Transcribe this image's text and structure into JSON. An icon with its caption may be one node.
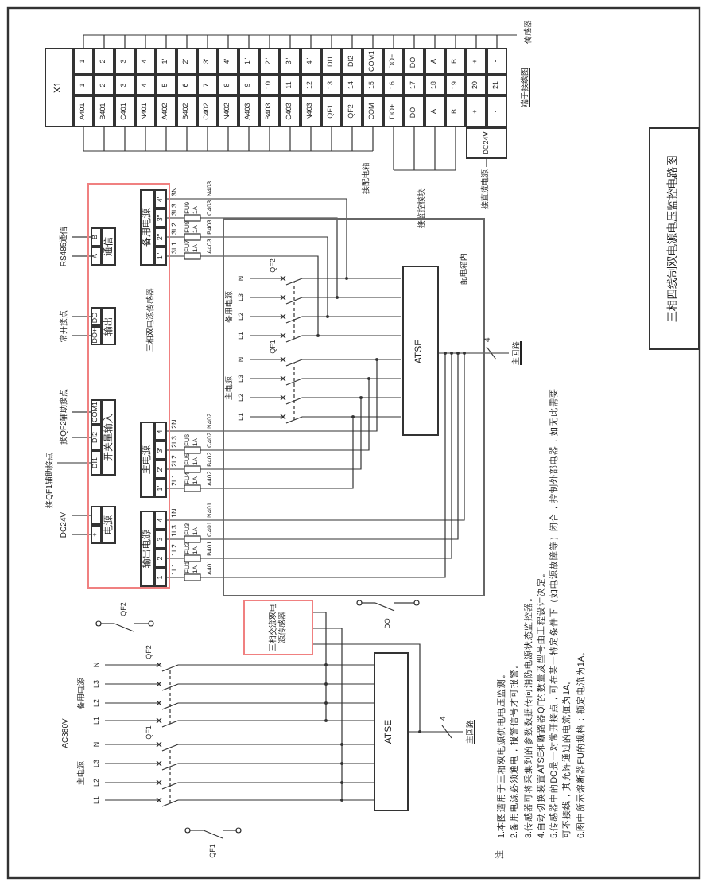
{
  "diagram": {
    "nodes": [
      {
        "text": [
          "三相四线制双电源电压监控电路图"
        ]
      },
      {
        "text": [
          "三相双电源传感器"
        ]
      },
      {
        "text": [
          "配电箱内"
        ]
      },
      {
        "text": [
          "ATSE"
        ],
        "in": 2
      },
      {
        "text": [
          "主回路"
        ]
      },
      {
        "text": [
          "三相交流双电源传感器"
        ]
      },
      {
        "text": [
          "ATSE"
        ]
      },
      {
        "text": [
          "主回路"
        ]
      }
    ],
    "edges": [
      {
        "from": 3,
        "to": 4,
        "arrow": "none",
        "label": "4"
      },
      {
        "from": 6,
        "to": 7,
        "arrow": "none",
        "label": "4"
      }
    ],
    "labels": [
      "X1",
      "A401",
      "1",
      "1",
      "B401",
      "2",
      "2",
      "C401",
      "3",
      "3",
      "N401",
      "4",
      "4",
      "A402",
      "5",
      "1'",
      "B402",
      "6",
      "2'",
      "C402",
      "7",
      "3'",
      "N402",
      "8",
      "4'",
      "A403",
      "9",
      "1''",
      "B403",
      "10",
      "2''",
      "C403",
      "11",
      "3''",
      "N403",
      "12",
      "4''",
      "QF1",
      "13",
      "DI1",
      "QF2",
      "14",
      "DI2",
      "COM",
      "15",
      "COM1",
      "DO+",
      "16",
      "DO+",
      "DO-",
      "17",
      "DO-",
      "A",
      "18",
      "A",
      "B",
      "19",
      "B",
      "+",
      "20",
      "+",
      "-",
      "21",
      "-",
      "DC24V",
      "传感器",
      "端子接线图",
      "接直流电源",
      "接配电箱",
      "接监控模块",
      "RS485通信",
      "A",
      "B",
      "通信",
      "常开接点",
      "DO+",
      "DO-",
      "输出",
      "接QF2辅助接点",
      "DI2",
      "COM1",
      "接QF1辅助接点",
      "DI1",
      "开关量输入",
      "DC24V",
      "+",
      "-",
      "电源",
      "输出电源",
      "1",
      "2",
      "3",
      "4",
      "1L1",
      "1L2",
      "1L3",
      "1N",
      "FU1",
      "1A",
      "FU2",
      "1A",
      "FU3",
      "1A",
      "主电源",
      "1'",
      "2'",
      "3'",
      "4'",
      "2L1",
      "2L2",
      "2L3",
      "2N",
      "FU4",
      "1A",
      "FU5",
      "1A",
      "FU6",
      "1A",
      "备用电源",
      "1''",
      "2''",
      "3''",
      "4''",
      "3L1",
      "3L2",
      "3L3",
      "3N",
      "FU7",
      "1A",
      "FU8",
      "1A",
      "FU9",
      "1A",
      "A401",
      "B401",
      "C401",
      "N401",
      "A402",
      "B402",
      "C402",
      "N402",
      "A403",
      "B403",
      "C403",
      "N403",
      "主电源",
      "L1",
      "L2",
      "L3",
      "N",
      "QF1",
      "备用电源",
      "L1",
      "L2",
      "L3",
      "N",
      "QF2",
      "AC380V",
      "主电源",
      "L1",
      "L2",
      "L3",
      "N",
      "QF1",
      "备用电源",
      "L1",
      "L2",
      "L3",
      "N",
      "QF2",
      "QF2",
      "QF1",
      "DO",
      "注：",
      "1.本图适用于三相双电源供电电压监测。",
      "2.备用电源必须通电，报警信号才可报警。",
      "3.传感器可将采集到的参数数据传向消防电源状态监控器。",
      "4.自动切换装置ATSE和断路器QF的数量及型号由工程设计决定。",
      "5.传感器中的DO是一对常开接点，可在某一特定条件下（如电源故障等）闭合，控制外部电器，如无此需要可不接线，其允许通过的电流值为1A。",
      "6.图中所示熔断器FU的规格：额定电流为1A。"
    ]
  }
}
